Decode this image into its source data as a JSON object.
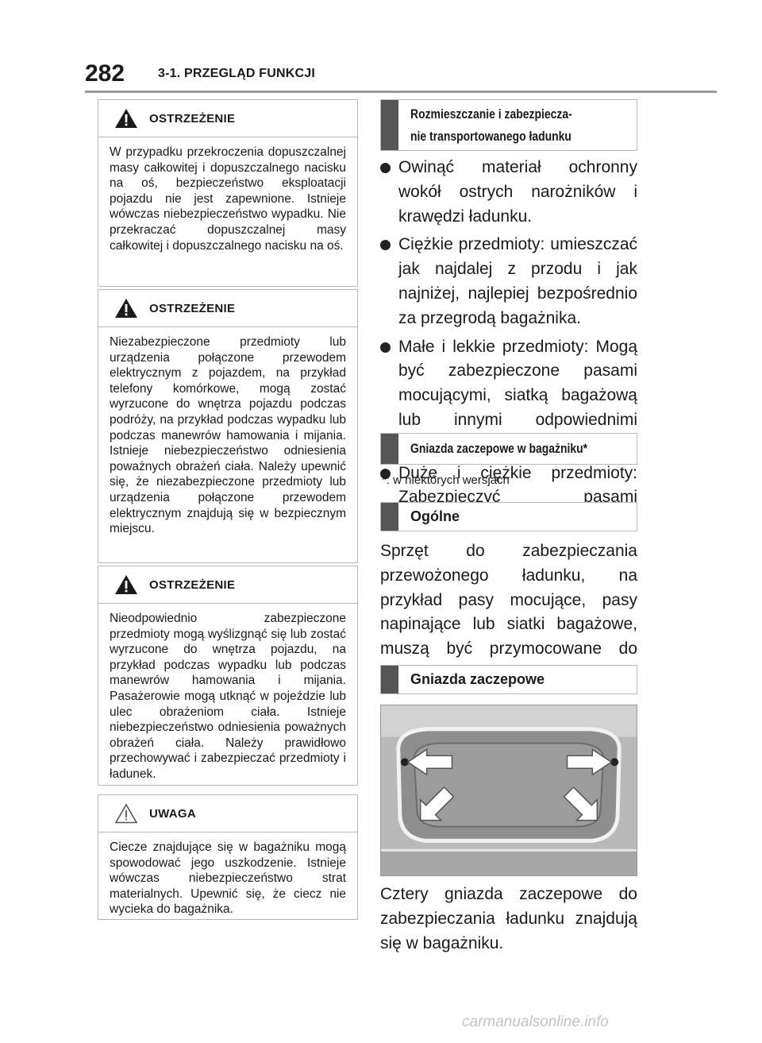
{
  "header": {
    "page_number": "282",
    "section": "3-1. PRZEGLĄD FUNKCJI"
  },
  "notes": [
    {
      "type": "warning",
      "title": "OSTRZEŻENIE",
      "icon": "warning-triangle-icon",
      "text": "W przypadku przekroczenia dopuszczalnej masy całkowitej i dopuszczalnego nacisku na oś, bezpieczeństwo eksploatacji pojazdu nie jest zapewnione. Istnieje wówczas niebezpieczeństwo wypadku. Nie przekraczać dopuszczalnej masy całkowitej i dopuszczalnego nacisku na oś."
    },
    {
      "type": "warning",
      "title": "OSTRZEŻENIE",
      "icon": "warning-triangle-icon",
      "text": "Niezabezpieczone przedmioty lub urządzenia połączone przewodem elektrycznym z pojazdem, na przykład telefony komórkowe, mogą zostać wyrzucone do wnętrza pojazdu podczas podróży, na przykład podczas wypadku lub podczas manewrów hamowania i mijania. Istnieje niebezpieczeństwo odniesienia poważnych obrażeń ciała. Należy upewnić się, że niezabezpieczone przedmioty lub urządzenia połączone przewodem elektrycznym znajdują się w bezpiecznym miejscu."
    },
    {
      "type": "warning",
      "title": "OSTRZEŻENIE",
      "icon": "warning-triangle-icon",
      "text": "Nieodpowiednio zabezpieczone przedmioty mogą wyślizgnąć się lub zostać wyrzucone do wnętrza pojazdu, na przykład podczas wypadku lub podczas manewrów hamowania i mijania. Pasażerowie mogą utknąć w pojeździe lub ulec obrażeniom ciała. Istnieje niebezpieczeństwo odniesienia poważnych obrażeń ciała. Należy prawidłowo przechowywać i zabezpieczać przedmioty i ładunek."
    },
    {
      "type": "notice",
      "title": "UWAGA",
      "icon": "notice-triangle-icon",
      "text": "Ciecze znajdujące się w bagażniku mogą spowodować jego uszkodzenie. Istnieje wówczas niebezpieczeństwo strat materialnych. Upewnić się, że ciecz nie wycieka do bagażnika."
    }
  ],
  "right": {
    "heading1_line1": "Rozmieszczanie i zabezpiecza-",
    "heading1_line2": "nie transportowanego ładunku",
    "bullets": [
      "Owinąć materiał ochronny wokół ostrych narożników i krawędzi ładunku.",
      "Ciężkie przedmioty: umieszczać jak najdalej z przodu i jak najniżej, najlepiej bezpośrednio za przegrodą bagażnika.",
      "Małe i lekkie przedmioty: Mogą być zabezpieczone pasami mocującymi, siatką bagażową lub innymi odpowiednimi pasami.",
      "Duże i ciężkie przedmioty: Zabezpieczyć pasami mocującymi."
    ],
    "heading2": "Gniazda zaczepowe w bagażniku*",
    "footnote": "*: w niektórych wersjach",
    "heading3": "Ogólne",
    "para1": "Sprzęt do zabezpieczania przewożonego ładunku, na przykład pasy mocujące, pasy napinające lub siatki bagażowe, muszą być przymocowane do gniazd zaczepowych w bagażniku.",
    "heading4": "Gniazda zaczepowe",
    "para2": "Cztery gniazda zaczepowe do zabezpieczania ładunku znajdują się w bagażniku."
  },
  "watermark": "carmanualsonline.info",
  "colors": {
    "heading_bar": "#555555",
    "rule": "#9a9a9a",
    "border": "#b8b8b8"
  }
}
